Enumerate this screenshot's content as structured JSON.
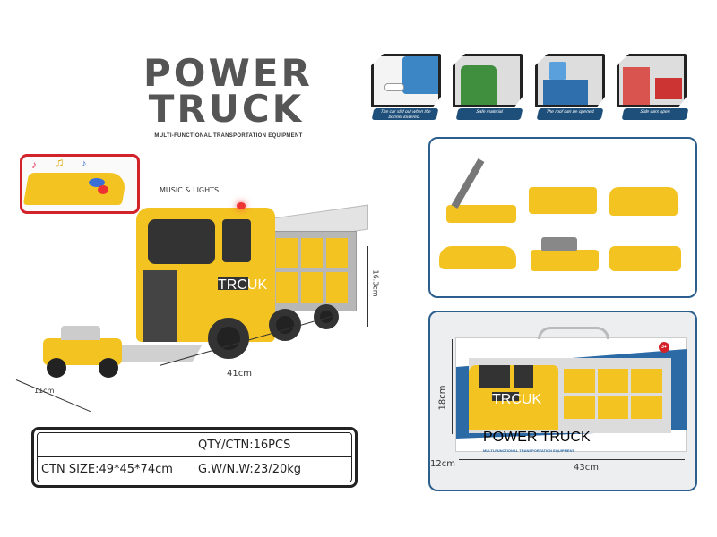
{
  "header": {
    "title": "POWER TRUCK",
    "subtitle": "MULTI-FUNCTIONAL TRANSPORTATION EQUIPMENT"
  },
  "features": [
    {
      "caption": "The car slid out when the bonnet lowered.",
      "color": "#3d86c6"
    },
    {
      "caption": "Safe material.",
      "color": "#3f8f3f"
    },
    {
      "caption": "The roof can be opened.",
      "color": "#3d86c6"
    },
    {
      "caption": "Side cars open.",
      "color": "#d9534f"
    }
  ],
  "music": {
    "label": "MUSIC & LIGHTS"
  },
  "truck": {
    "logo": "TRCUK",
    "height": "16.3cm",
    "length": "41cm",
    "width": "11cm"
  },
  "box": {
    "title": "POWER TRUCK",
    "subtitle": "MULTI-FUNCTIONAL TRANSPORTATION EQUIPMENT",
    "age": "3+",
    "height": "18cm",
    "depth": "12cm",
    "length": "43cm",
    "logo": "TRCUK"
  },
  "specs": {
    "qty": "QTY/CTN:16PCS",
    "ctn_size": "CTN SIZE:49*45*74cm",
    "weight": "G.W/N.W:23/20kg"
  },
  "colors": {
    "yellow": "#f3c322",
    "blue_border": "#2c5f8e",
    "caption_bg": "#1d4f7a",
    "red_border": "#d3232a"
  }
}
